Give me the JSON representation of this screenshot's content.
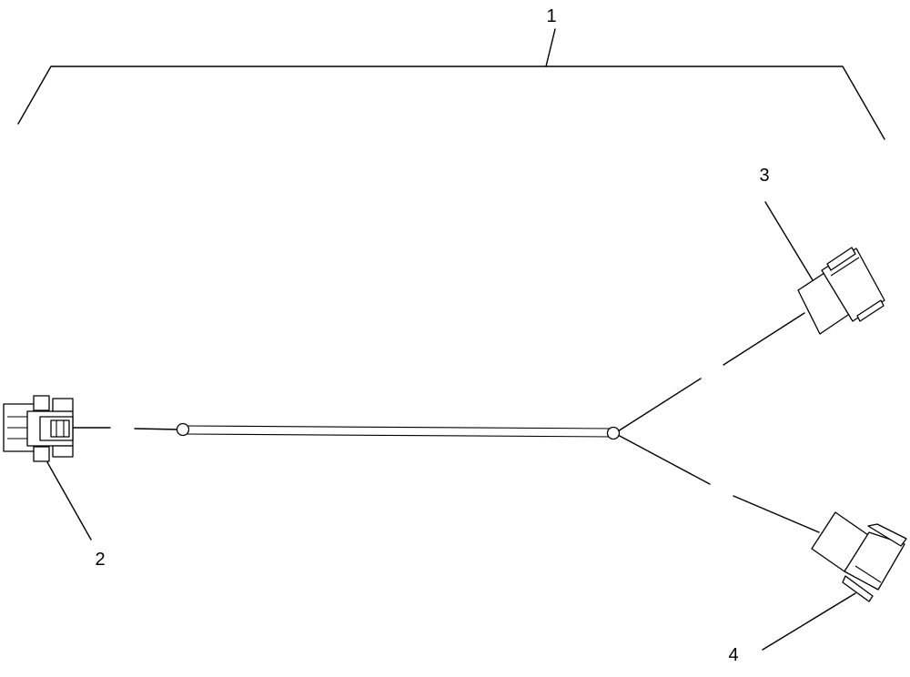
{
  "callouts": {
    "harness": "1",
    "connector_left": "2",
    "connector_upper_right": "3",
    "connector_lower_right": "4"
  },
  "colors": {
    "line": "#000000",
    "background": "#ffffff"
  }
}
